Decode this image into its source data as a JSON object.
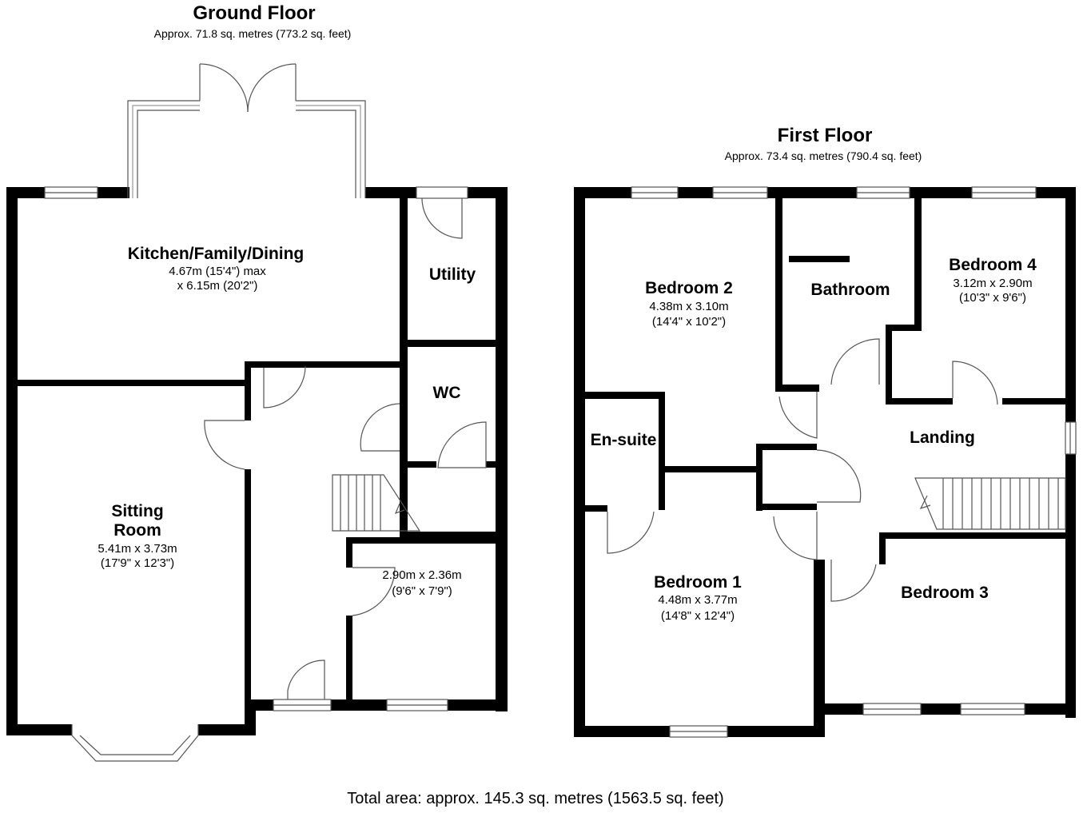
{
  "ground_floor": {
    "title": "Ground Floor",
    "area": "Approx. 71.8 sq. metres (773.2 sq. feet)",
    "rooms": {
      "kitchen": {
        "name": "Kitchen/Family/Dining",
        "dim1": "4.67m (15'4\") max",
        "dim2": "x 6.15m (20'2\")"
      },
      "utility": {
        "name": "Utility"
      },
      "wc": {
        "name": "WC"
      },
      "sitting": {
        "name1": "Sitting",
        "name2": "Room",
        "dim1": "5.41m x 3.73m",
        "dim2": "(17'9\" x 12'3\")"
      },
      "study": {
        "dim1": "2.90m x 2.36m",
        "dim2": "(9'6\" x 7'9\")"
      }
    }
  },
  "first_floor": {
    "title": "First Floor",
    "area": "Approx. 73.4 sq. metres (790.4 sq. feet)",
    "rooms": {
      "bedroom2": {
        "name": "Bedroom 2",
        "dim1": "4.38m x 3.10m",
        "dim2": "(14'4\" x 10'2\")"
      },
      "bathroom": {
        "name": "Bathroom"
      },
      "bedroom4": {
        "name": "Bedroom 4",
        "dim1": "3.12m x 2.90m",
        "dim2": "(10'3\" x 9'6\")"
      },
      "ensuite": {
        "name": "En-suite"
      },
      "landing": {
        "name": "Landing"
      },
      "bedroom1": {
        "name": "Bedroom 1",
        "dim1": "4.48m x 3.77m",
        "dim2": "(14'8\" x 12'4\")"
      },
      "bedroom3": {
        "name": "Bedroom 3"
      }
    }
  },
  "total_area": "Total area: approx. 145.3 sq. metres (1563.5 sq. feet)"
}
